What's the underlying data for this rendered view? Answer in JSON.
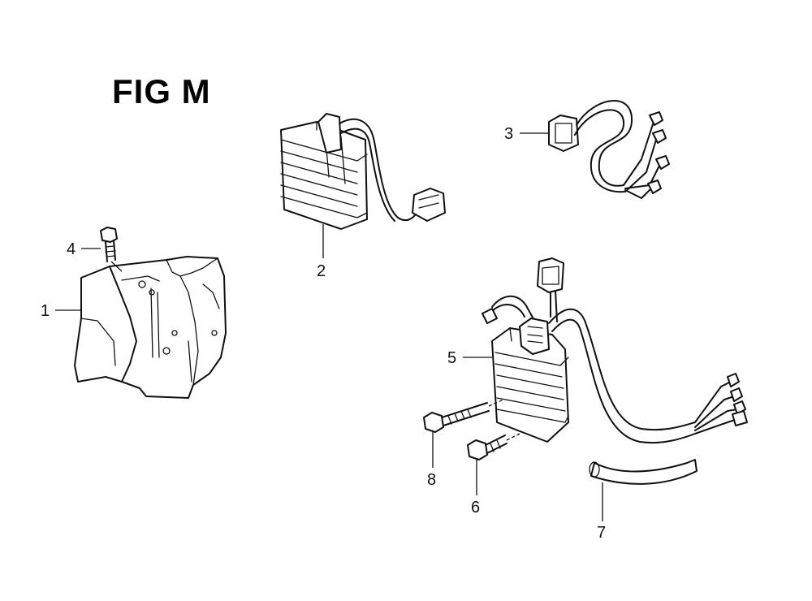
{
  "figure": {
    "title": "FIG M"
  },
  "parts": [
    {
      "id": "part-1",
      "label": "1",
      "icon": "heat-shield-cover-icon"
    },
    {
      "id": "part-2",
      "label": "2",
      "icon": "regulator-rectifier-icon"
    },
    {
      "id": "part-3",
      "label": "3",
      "icon": "wire-harness-icon"
    },
    {
      "id": "part-4",
      "label": "4",
      "icon": "bolt-icon"
    },
    {
      "id": "part-5",
      "label": "5",
      "icon": "regulator-rectifier-assembly-icon"
    },
    {
      "id": "part-6",
      "label": "6",
      "icon": "flange-bolt-icon"
    },
    {
      "id": "part-7",
      "label": "7",
      "icon": "rubber-tube-icon"
    },
    {
      "id": "part-8",
      "label": "8",
      "icon": "flange-bolt-icon"
    }
  ]
}
